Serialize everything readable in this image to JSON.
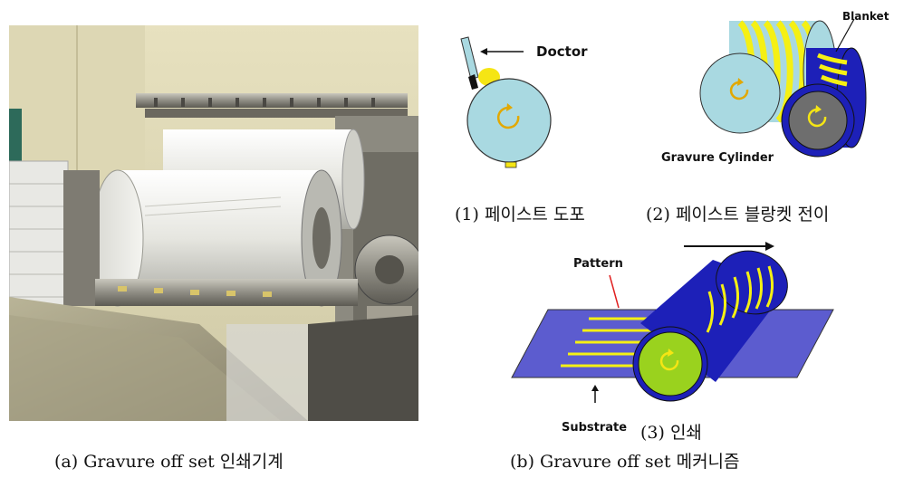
{
  "captions": {
    "photo": "(a) Gravure off set 인쇄기계",
    "mechanism": "(b) Gravure off set 메커니즘",
    "step1": "(1) 페이스트 도포",
    "step2": "(2) 페이스트 블랑켓 전이",
    "step3": "(3) 인쇄"
  },
  "labels": {
    "doctor": "Doctor",
    "blanket": "Blanket",
    "gravure_cylinder": "Gravure Cylinder",
    "pattern": "Pattern",
    "substrate": "Substrate"
  },
  "colors": {
    "gravure_roll": "#a9d9e1",
    "blanket_roll": "#1d20b8",
    "paste": "#f5f014",
    "substrate": "#5c5ccf",
    "green_core": "#9ad21e"
  }
}
